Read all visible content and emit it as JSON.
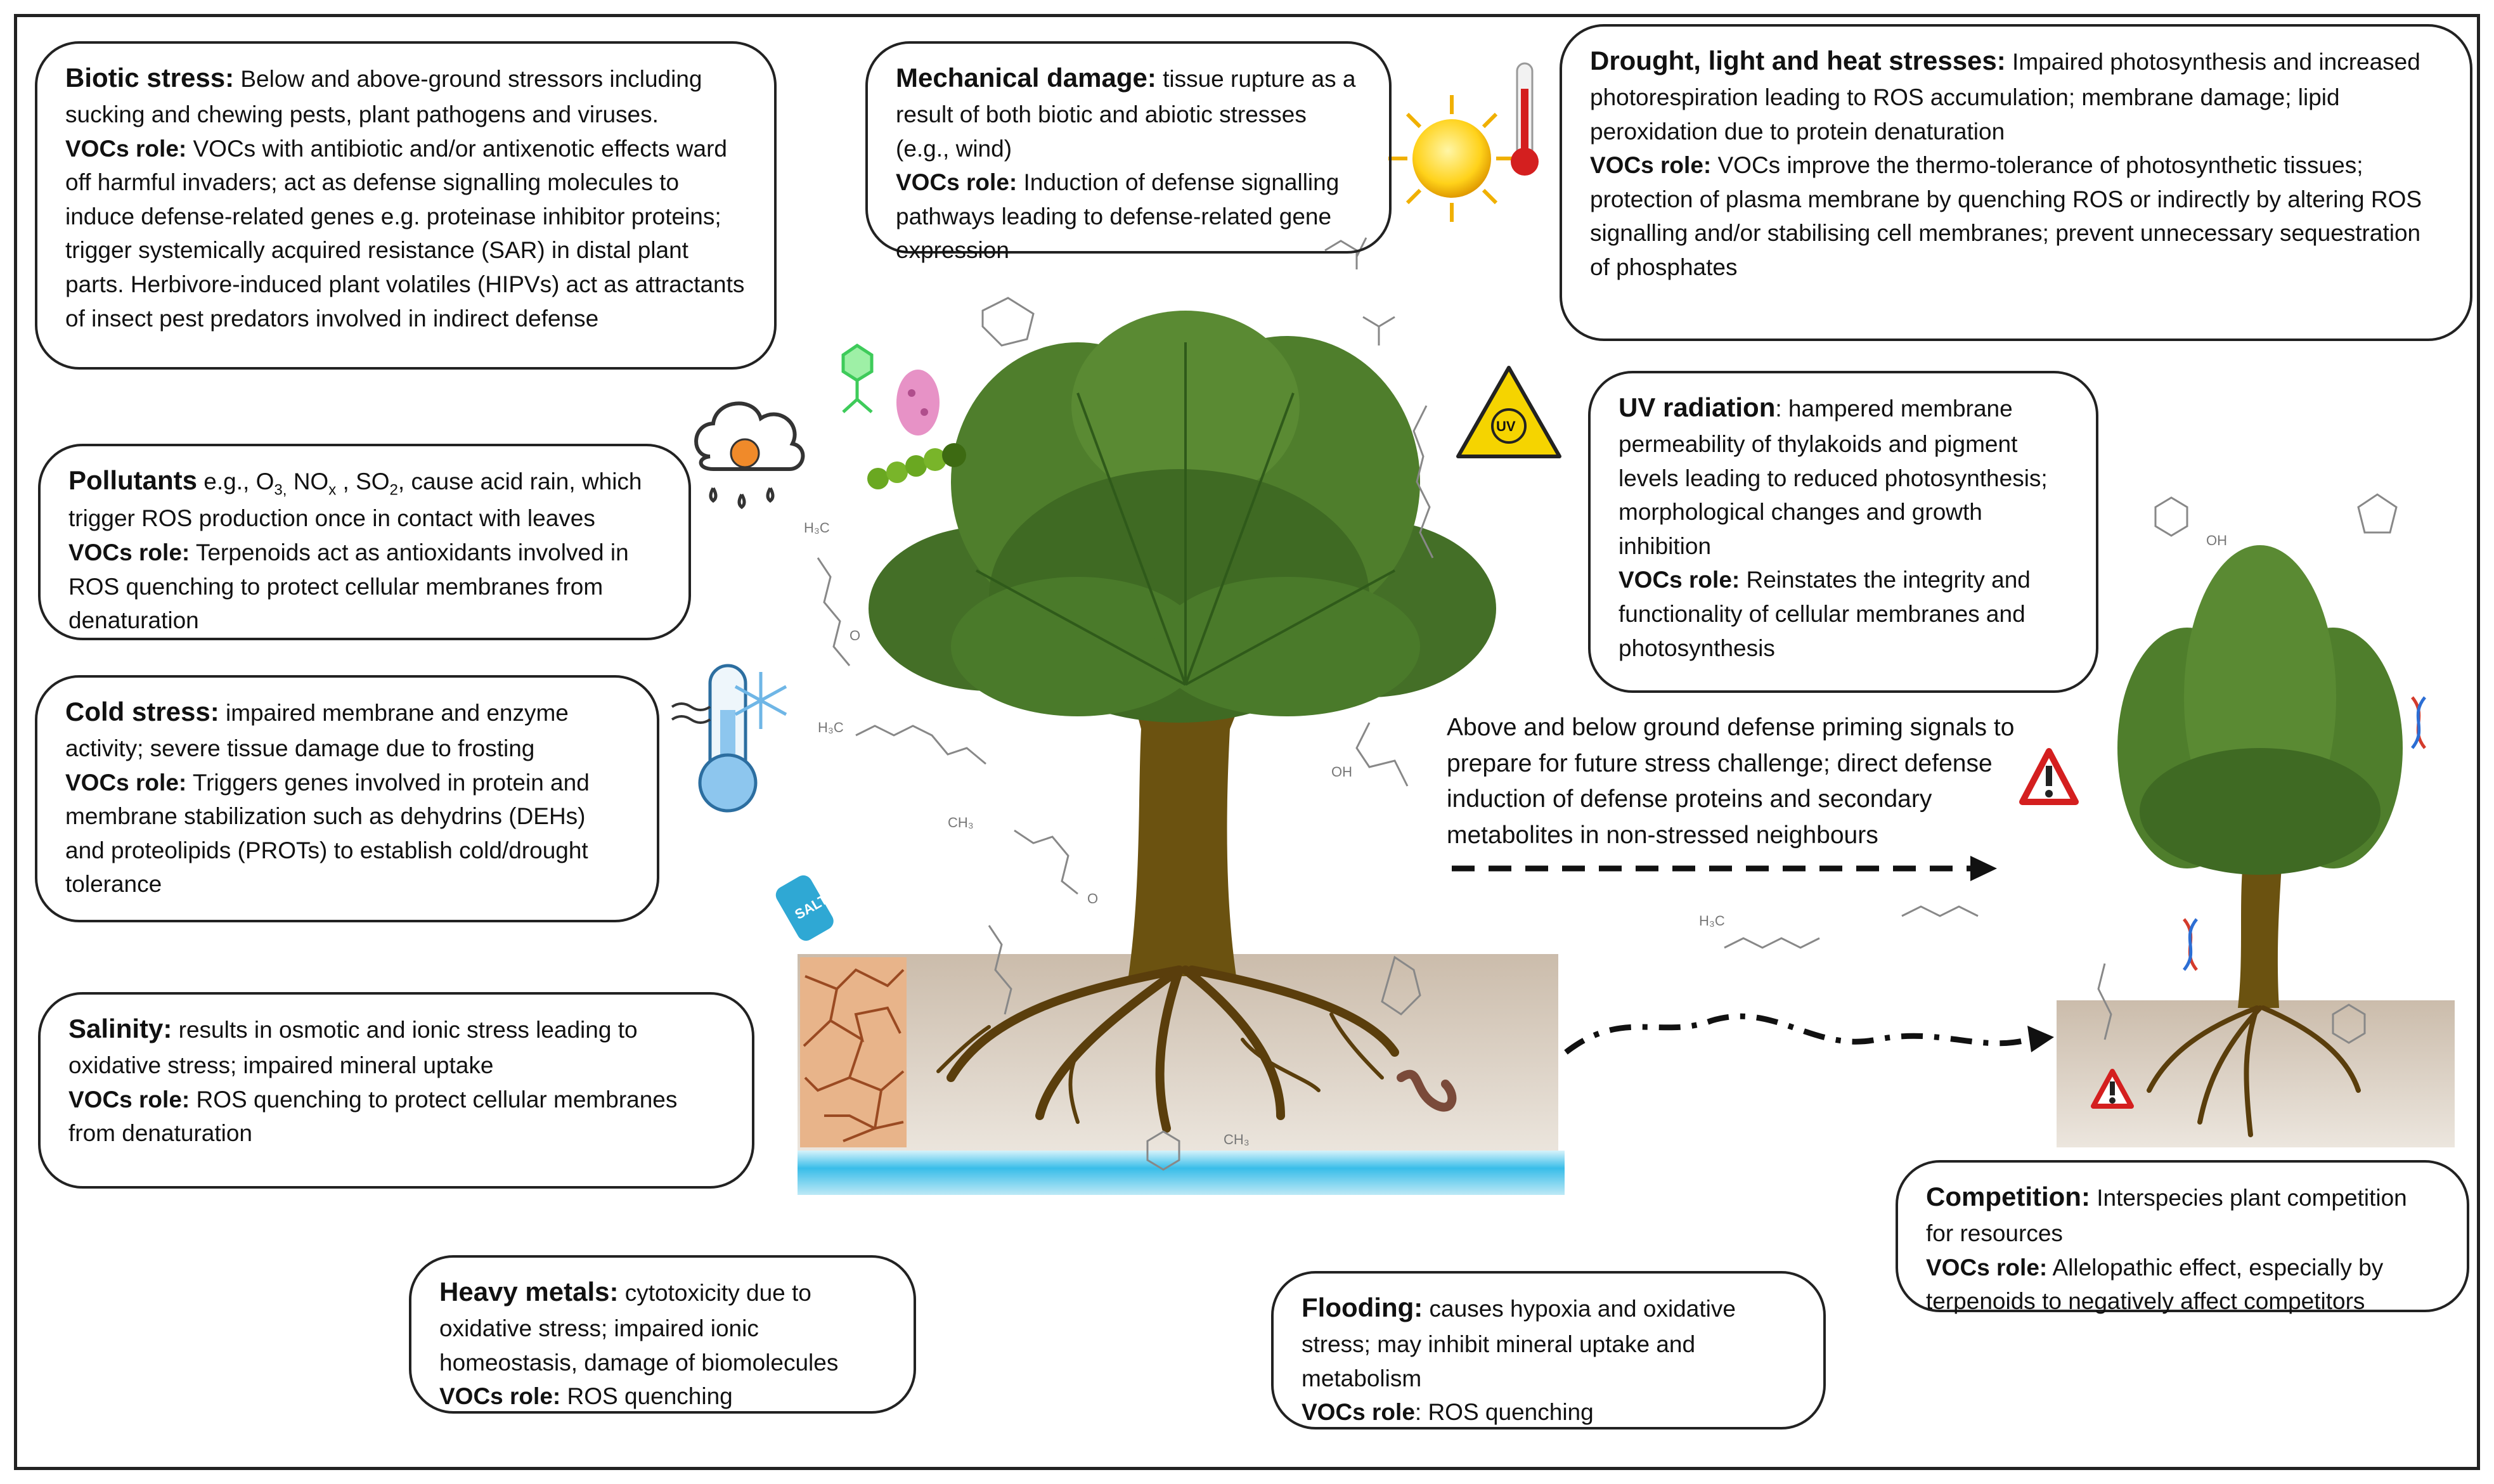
{
  "biotic": {
    "title": "Biotic stress:",
    "text": "Below and above-ground stressors including sucking and chewing pests, plant pathogens and viruses.",
    "role_label": "VOCs role:",
    "role_text": "VOCs with antibiotic and/or antixenotic effects ward off harmful invaders; act as defense signalling molecules to induce defense-related genes e.g. proteinase inhibitor proteins; trigger systemically acquired resistance (SAR) in distal plant parts. Herbivore-induced plant volatiles (HIPVs) act as attractants of insect pest predators involved in indirect defense"
  },
  "mechanical": {
    "title": "Mechanical damage:",
    "text": "tissue rupture as a result of both biotic and abiotic stresses (e.g., wind)",
    "role_label": "VOCs role:",
    "role_text": "Induction of defense signalling pathways leading to defense-related gene expression"
  },
  "drought": {
    "title": "Drought, light and heat stresses:",
    "text": "Impaired photosynthesis and increased photorespiration leading to ROS accumulation; membrane damage; lipid peroxidation due to protein denaturation",
    "role_label": "VOCs role:",
    "role_text": "VOCs improve the thermo-tolerance of photosynthetic tissues; protection of plasma membrane by quenching ROS or indirectly by altering ROS signalling and/or stabilising cell membranes; prevent unnecessary sequestration of phosphates"
  },
  "pollutants": {
    "title": "Pollutants",
    "text_a": "e.g., O",
    "sub_a": "3,",
    "text_b": " NO",
    "sub_b": "x",
    "text_c": " , SO",
    "sub_c": "2",
    "text_d": ", cause acid rain, which trigger ROS production once in contact with leaves",
    "role_label": "VOCs role:",
    "role_text": "Terpenoids act as antioxidants involved in ROS quenching to protect cellular membranes from denaturation"
  },
  "uv": {
    "title": "UV radiation",
    "text": ": hampered membrane permeability of thylakoids and pigment levels leading to reduced photosynthesis; morphological changes and growth inhibition",
    "role_label": "VOCs role:",
    "role_text": "Reinstates the integrity and functionality of cellular membranes and photosynthesis",
    "sign_label": "UV"
  },
  "cold": {
    "title": "Cold stress:",
    "text": "impaired membrane and enzyme activity; severe tissue damage due to frosting",
    "role_label": "VOCs role:",
    "role_text": "Triggers genes involved in protein and membrane stabilization such as dehydrins (DEHs) and proteolipids (PROTs) to establish cold/drought tolerance"
  },
  "salinity": {
    "title": "Salinity:",
    "text": "results in osmotic and ionic stress leading to oxidative stress; impaired mineral uptake",
    "role_label": "VOCs role:",
    "role_text": "ROS quenching to protect cellular membranes from denaturation",
    "salt_label": "SALT"
  },
  "heavy_metals": {
    "title": "Heavy metals:",
    "text": "cytotoxicity due to oxidative stress; impaired ionic homeostasis, damage of biomolecules",
    "role_label": "VOCs role:",
    "role_text": "ROS quenching"
  },
  "flooding": {
    "title": "Flooding:",
    "text": "causes hypoxia and oxidative stress; may inhibit mineral uptake and metabolism",
    "role_label": "VOCs role",
    "role_text": ": ROS quenching"
  },
  "competition": {
    "title": "Competition:",
    "text": "Interspecies plant competition for resources",
    "role_label": "VOCs role:",
    "role_text": "Allelopathic effect, especially by terpenoids to negatively affect competitors"
  },
  "priming": {
    "text": "Above and below ground defense priming signals to prepare for future stress challenge; direct defense induction of defense proteins and secondary metabolites in non-stressed neighbours"
  },
  "molecules": {
    "m1": "H₃C",
    "m2": "O",
    "m3": "CH₃",
    "m4": "OH",
    "m5": "H₃C",
    "m6": "O",
    "m7": "CH₃",
    "m8": "OH",
    "m9": "H₃C"
  },
  "colors": {
    "foliage": "#4a7a2a",
    "foliage_dark": "#2f5a1a",
    "trunk": "#6b5210",
    "soil": "#c9b8a4",
    "water": "#5ec8ec",
    "warning": "#f5d400"
  }
}
